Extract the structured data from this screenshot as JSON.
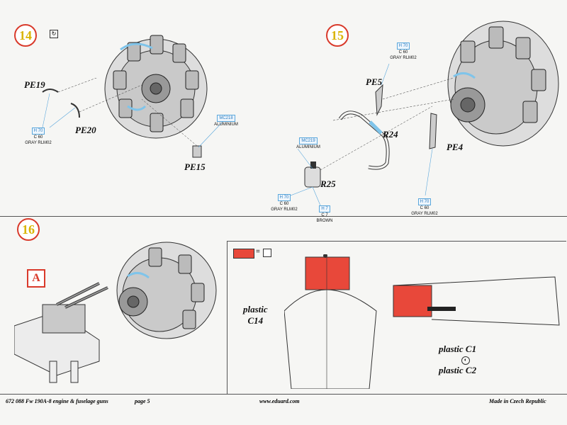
{
  "steps": {
    "s14": {
      "number": "14"
    },
    "s15": {
      "number": "15"
    },
    "s16": {
      "number": "16"
    }
  },
  "parts": {
    "pe19": "PE19",
    "pe20": "PE20",
    "pe15": "PE15",
    "pe5": "PE5",
    "r24": "R24",
    "pe4": "PE4",
    "r25": "R25"
  },
  "paints": {
    "p14_gray": {
      "code": "H 70",
      "line2": "C 60",
      "line3": "GRAY RLM02"
    },
    "p14_alu": {
      "code": "MC218",
      "line2": "ALUMINIUM"
    },
    "p15_gray_top": {
      "code": "H 70",
      "line2": "C 60",
      "line3": "GRAY RLM02"
    },
    "p15_alu": {
      "code": "MC219",
      "line2": "ALUMINIUM"
    },
    "p15_gray_left": {
      "code": "H 70",
      "line2": "C 60",
      "line3": "GRAY RLM02"
    },
    "p15_brown": {
      "code": "H 7",
      "line2": "C 7",
      "line3": "BROWN"
    },
    "p15_gray_right": {
      "code": "H 70",
      "line2": "C 60",
      "line3": "GRAY RLM02"
    }
  },
  "step16": {
    "variant_badge": "A",
    "legend_equals": "=",
    "plastic_c14": "plastic\nC14",
    "plastic_c1": "plastic C1",
    "plastic_c2": "plastic C2"
  },
  "footer": {
    "product": "672 088  Fw 190A-8 engine & fuselage guns",
    "page": "page 5",
    "url": "www.eduard.com",
    "made": "Made in Czech Republic"
  },
  "colors": {
    "step_ring": "#d93a2b",
    "step_number": "#d9b400",
    "paint_box": "#2b7bbf",
    "mask_red": "#e8483a",
    "highlight_blue": "#7fc4ea"
  }
}
